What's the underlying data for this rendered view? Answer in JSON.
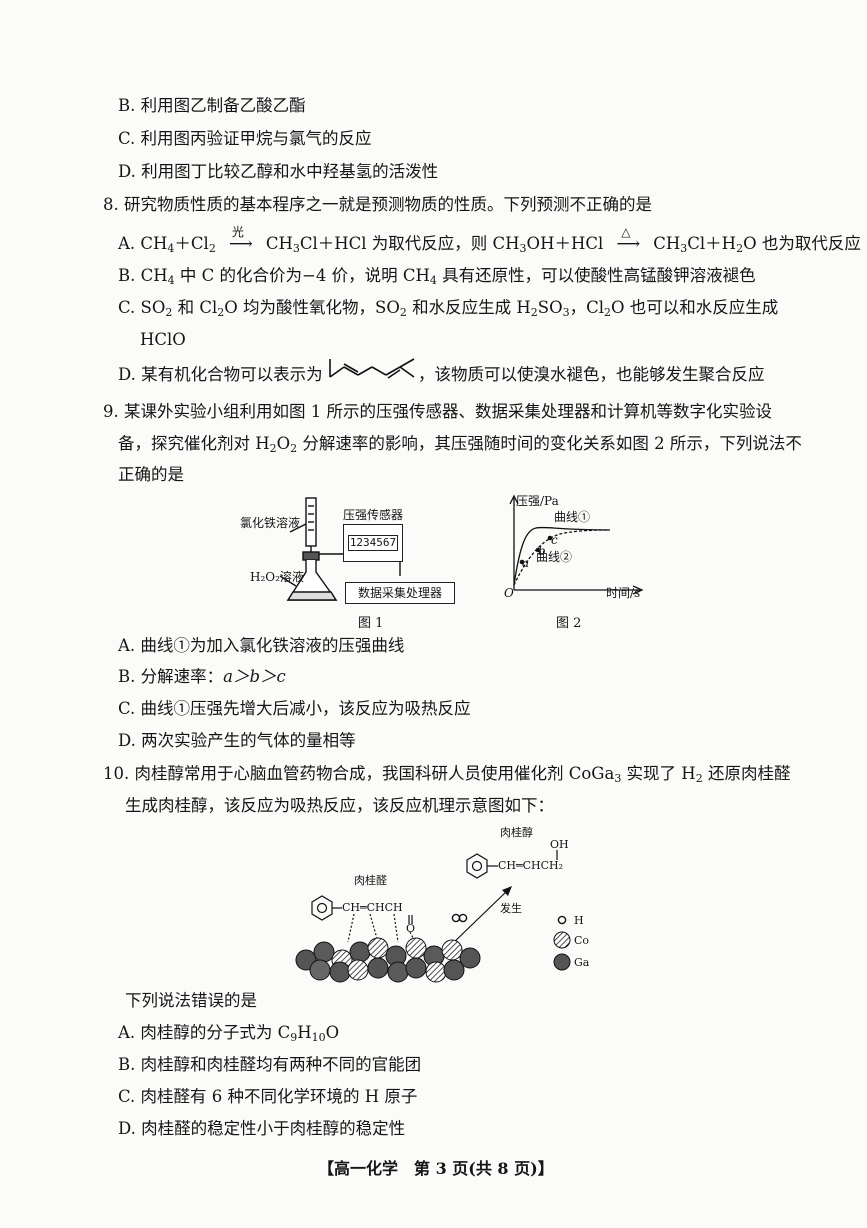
{
  "q7": {
    "b": "B. 利用图乙制备乙酸乙酯",
    "c": "C. 利用图丙验证甲烷与氯气的反应",
    "d": "D. 利用图丁比较乙醇和水中羟基氢的活泼性"
  },
  "q8": {
    "stem": "8. 研究物质性质的基本程序之一就是预测物质的性质。下列预测不正确的是",
    "a_over1": "光",
    "a_over2": "△",
    "b": {
      "p1": "B. CH",
      "p2": " 中 C 的化合价为−4 价，说明 CH",
      "p3": " 具有还原性，可以使酸性高锰酸钾溶液褪色"
    },
    "c_line1": {
      "p1": "C. SO",
      "p2": " 和 Cl",
      "p3": "O 均为酸性氧化物，SO",
      "p4": " 和水反应生成 H",
      "p5": "SO",
      "p6": "，Cl",
      "p7": "O 也可以和水反应生成"
    },
    "c_line2": "HClO",
    "d_pre": "D. 某有机化合物可以表示为",
    "d_post": "，该物质可以使溴水褪色，也能够发生聚合反应"
  },
  "q9": {
    "stem1": "9. 某课外实验小组利用如图 1 所示的压强传感器、数据采集处理器和计算机等数字化实验设",
    "stem2": {
      "p1": "备，探究催化剂对 H",
      "p2": "O",
      "p3": " 分解速率的影响，其压强随时间的变化关系如图 2 所示，下列说法不"
    },
    "stem3": "正确的是",
    "fig1": {
      "label_fecl3": "氯化铁溶液",
      "label_sensor": "压强传感器",
      "display": "1234567",
      "label_h2o2": "H₂O₂溶液",
      "label_processor": "数据采集处理器",
      "caption": "图 1"
    },
    "fig2": {
      "ylabel": "压强/Pa",
      "curve1": "曲线①",
      "curve2": "曲线②",
      "pa": "a",
      "pb": "b",
      "pc": "c",
      "origin": "O",
      "xlabel": "时间/s",
      "caption": "图 2"
    },
    "a": "A. 曲线①为加入氯化铁溶液的压强曲线",
    "b_pre": "B. 分解速率：",
    "b_math": "a＞b＞c",
    "c": "C. 曲线①压强先增大后减小，该反应为吸热反应",
    "d": "D. 两次实验产生的气体的量相等"
  },
  "q10": {
    "stem1": {
      "p1": "10. 肉桂醇常用于心脑血管药物合成，我国科研人员使用催化剂 CoGa",
      "p2": " 实现了 H",
      "p3": " 还原肉桂醛"
    },
    "stem2": "生成肉桂醇，该反应为吸热反应，该反应机理示意图如下：",
    "fig": {
      "alcohol_name": "肉桂醇",
      "alcohol_oh": "OH",
      "alcohol_chain": "CH═CHCH₂",
      "aldehyde_name": "肉桂醛",
      "aldehyde_chain": "CH═CHCH",
      "aldehyde_o": "O",
      "occur": "发生",
      "leg_h": "H",
      "leg_co": "Co",
      "leg_ga": "Ga"
    },
    "q": "下列说法错误的是",
    "a": {
      "p1": "A. 肉桂醇的分子式为 C",
      "s1": "9",
      "p2": "H",
      "s2": "10",
      "p3": "O"
    },
    "b": "B. 肉桂醇和肉桂醛均有两种不同的官能团",
    "c": "C. 肉桂醛有 6 种不同化学环境的 H 原子",
    "d": "D. 肉桂醛的稳定性小于肉桂醇的稳定性"
  },
  "footer": "【高一化学　第 3 页(共 8 页)】"
}
